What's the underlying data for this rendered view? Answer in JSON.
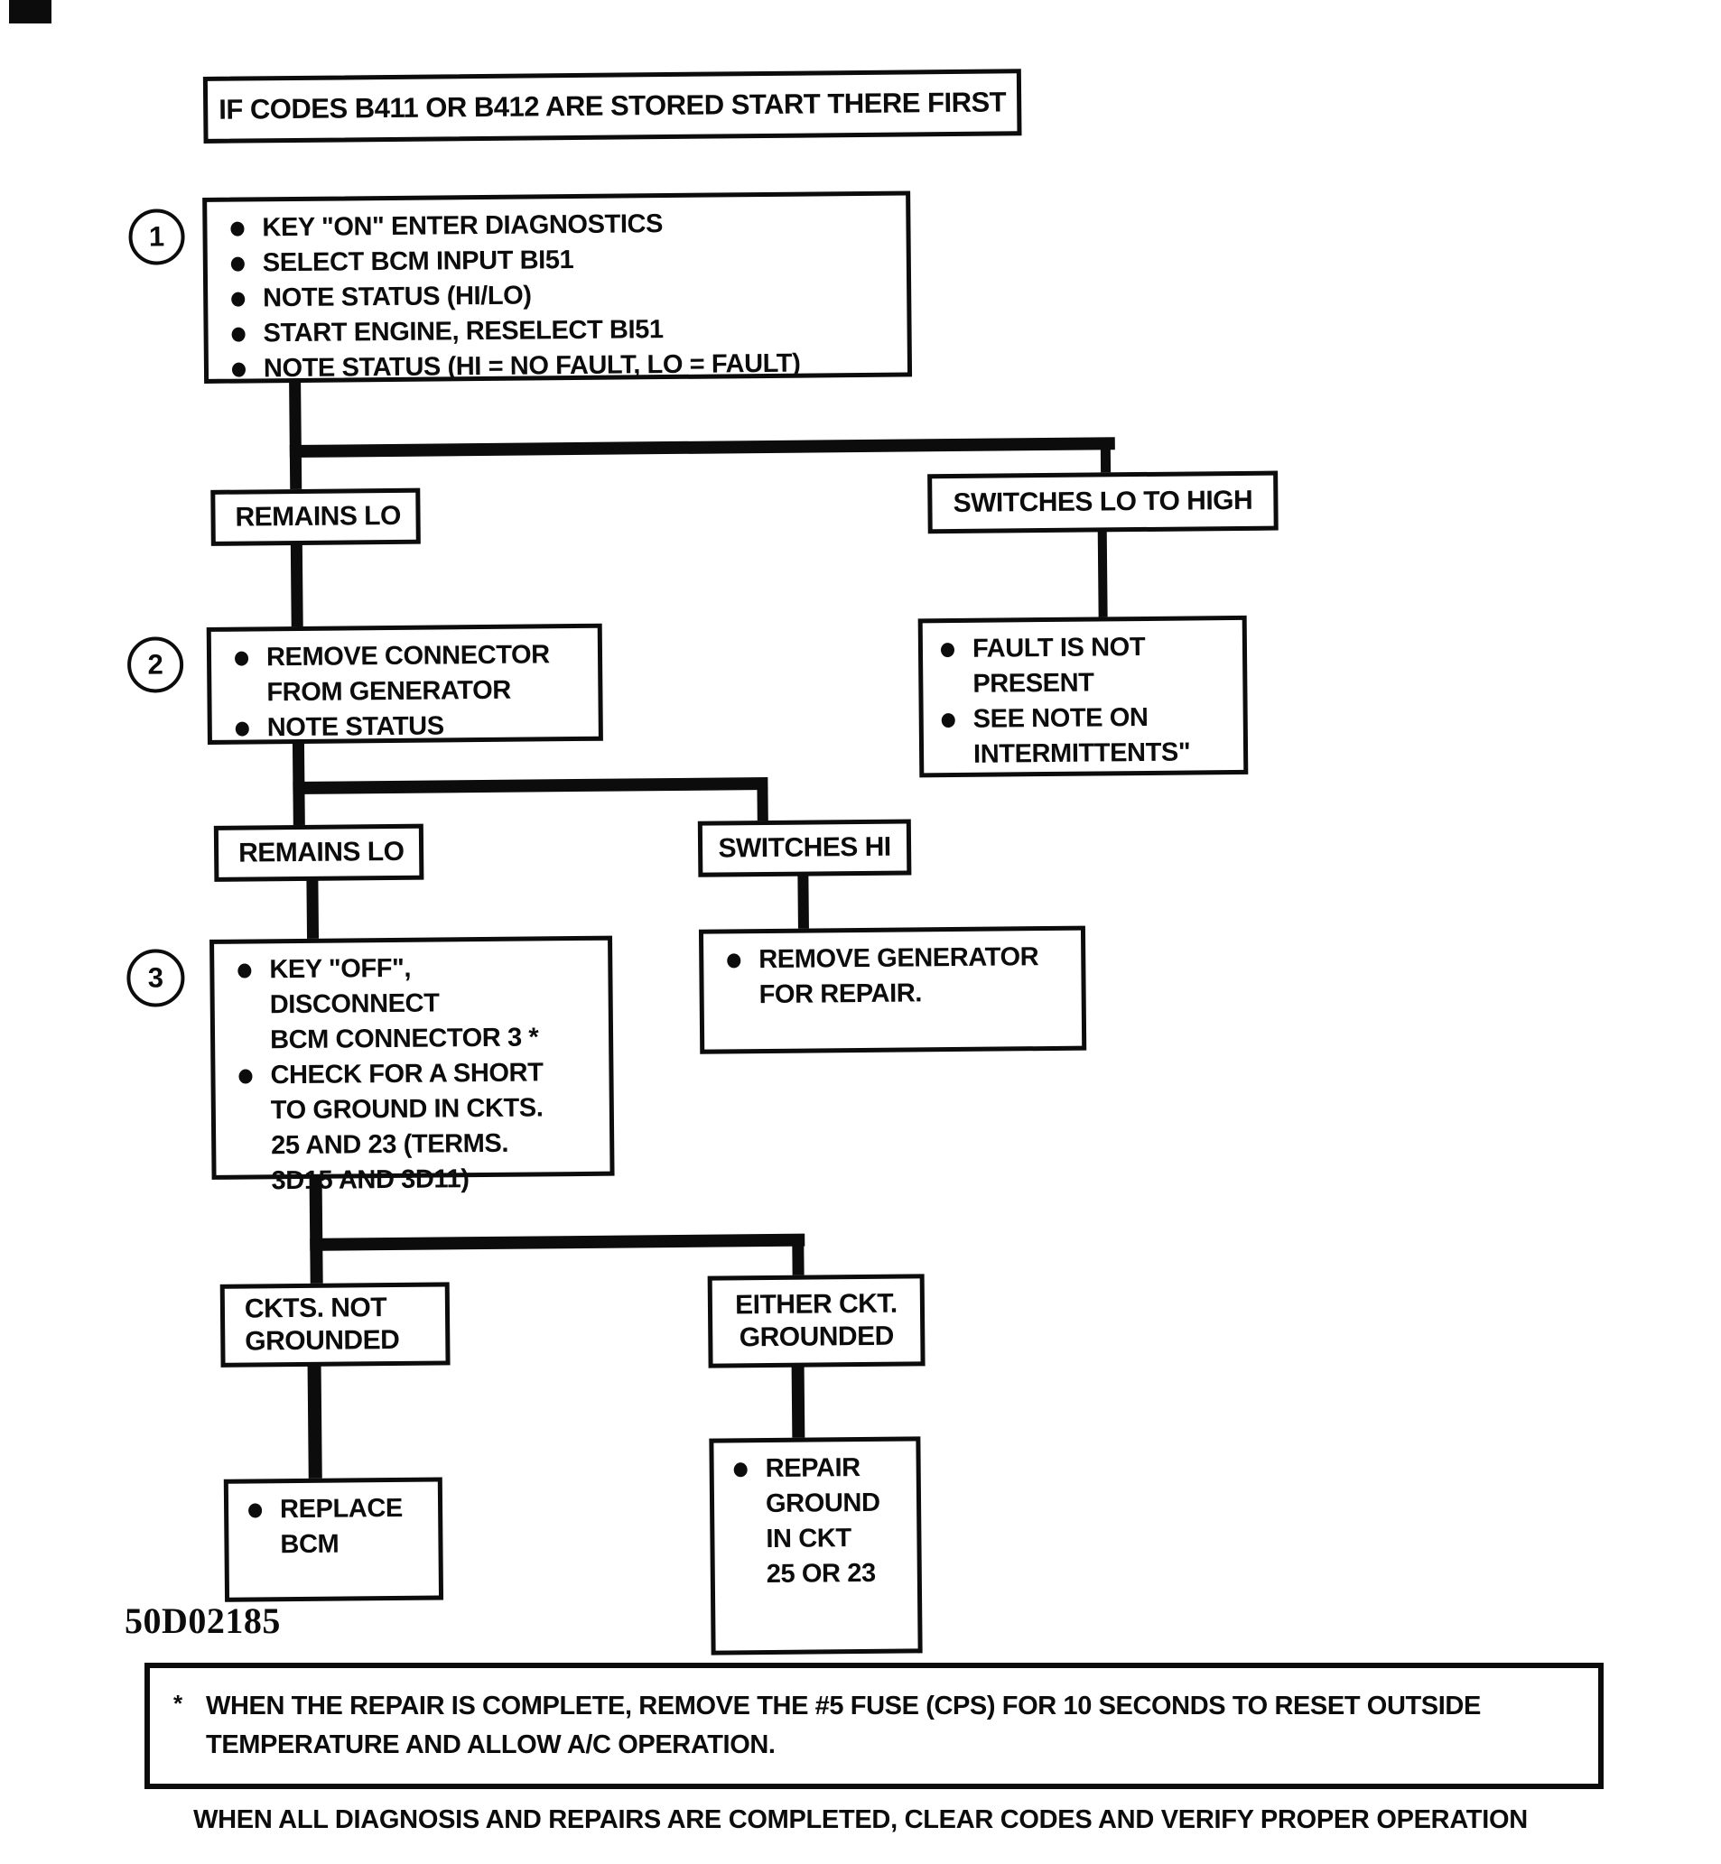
{
  "header": {
    "text": "IF CODES B411 OR B412 ARE STORED START THERE FIRST"
  },
  "steps": [
    {
      "number": "1",
      "bullets": [
        "KEY \"ON\" ENTER DIAGNOSTICS",
        "SELECT BCM INPUT BI51",
        "NOTE STATUS (HI/LO)",
        "START ENGINE, RESELECT BI51",
        "NOTE STATUS (HI = NO FAULT, LO = FAULT)"
      ]
    },
    {
      "number": "2",
      "bullets": [
        "REMOVE CONNECTOR\nFROM GENERATOR",
        "NOTE STATUS"
      ]
    },
    {
      "number": "3",
      "bullets": [
        "KEY \"OFF\",\nDISCONNECT\nBCM CONNECTOR 3 *",
        "CHECK FOR A SHORT\nTO GROUND IN CKTS.\n25 AND 23 (TERMS.\n3D15 AND 3D11)"
      ]
    }
  ],
  "branch1": {
    "left_label": "REMAINS LO",
    "right_label": "SWITCHES LO TO HIGH"
  },
  "branch2": {
    "left_label": "REMAINS LO",
    "right_label": "SWITCHES HI"
  },
  "branch3": {
    "left_label": "CKTS. NOT\nGROUNDED",
    "right_label": "EITHER CKT.\nGROUNDED"
  },
  "result_fault_not_present": {
    "bullets": [
      "FAULT IS NOT\nPRESENT",
      "SEE NOTE ON\nINTERMITTENTS\""
    ]
  },
  "result_remove_generator": {
    "bullets": [
      "REMOVE GENERATOR\nFOR REPAIR."
    ]
  },
  "result_replace_bcm": {
    "bullets": [
      "REPLACE\nBCM"
    ]
  },
  "result_repair_ground": {
    "bullets": [
      "REPAIR\nGROUND\nIN CKT\n25 OR 23"
    ]
  },
  "footnote": {
    "marker": "*",
    "text": "WHEN THE REPAIR IS COMPLETE, REMOVE THE #5 FUSE (CPS) FOR 10 SECONDS TO RESET OUTSIDE\nTEMPERATURE AND ALLOW A/C OPERATION."
  },
  "figure_code": "50D02185",
  "completion_note": "WHEN ALL DIAGNOSIS AND REPAIRS ARE COMPLETED, CLEAR CODES AND VERIFY PROPER OPERATION"
}
